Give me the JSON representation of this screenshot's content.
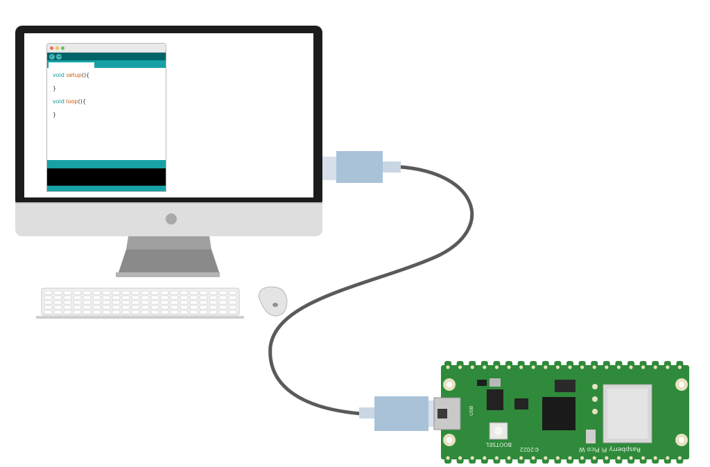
{
  "ide": {
    "code_lines": [
      {
        "type": "void",
        "func": "setup",
        "rest": "(){"
      },
      {
        "type": "",
        "func": "",
        "rest": "}"
      },
      {
        "type": "void",
        "func": "loop",
        "rest": "(){"
      },
      {
        "type": "",
        "func": "",
        "rest": "}"
      }
    ]
  },
  "board": {
    "label_bootsel": "BOOTSEL",
    "label_name": "Raspberry Pi Pico W",
    "label_year": "©2022",
    "label_usb": "USB"
  },
  "colors": {
    "monitor_frame": "#1c1c1c",
    "monitor_chin": "#dcdcdc",
    "ide_teal": "#17a1a5",
    "ide_teal_dark": "#006468",
    "usb_connector": "#a9c2d8",
    "cable": "#555555",
    "pcb_green": "#2f8a3b"
  }
}
